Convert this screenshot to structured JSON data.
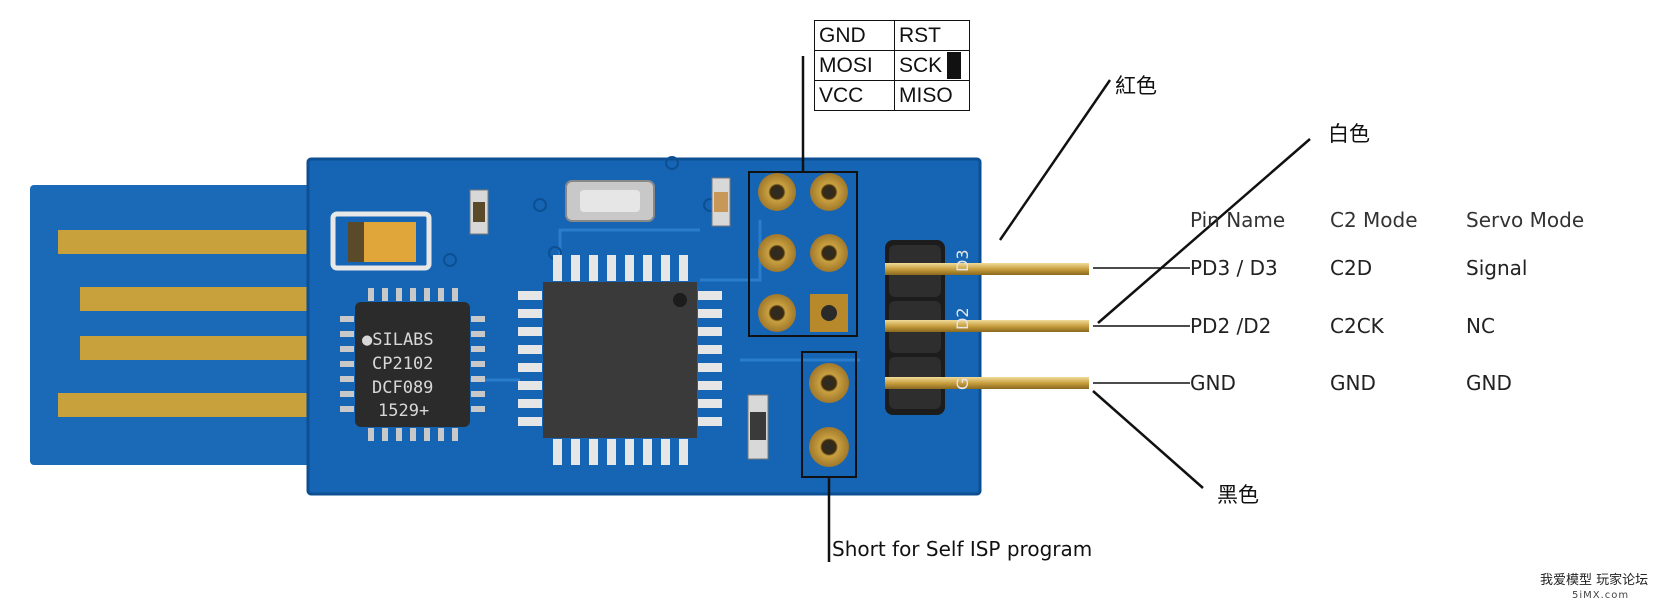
{
  "isp_header": {
    "rows": [
      [
        "GND",
        "RST"
      ],
      [
        "MOSI",
        "SCK"
      ],
      [
        "VCC",
        "MISO"
      ]
    ]
  },
  "chip": {
    "lines": [
      "●SILABS",
      "CP2102",
      "DCF089",
      "1529+"
    ]
  },
  "pin_table": {
    "headers": [
      "Pin Name",
      "C2 Mode",
      "Servo Mode"
    ],
    "rows": [
      [
        "PD3 / D3",
        "C2D",
        "Signal"
      ],
      [
        "PD2 /D2",
        "C2CK",
        "NC"
      ],
      [
        "GND",
        "GND",
        "GND"
      ]
    ]
  },
  "wire_labels": {
    "red": "紅色",
    "white": "白色",
    "black": "黑色"
  },
  "silkscreen": {
    "d3": "D3",
    "d2": "D2",
    "g": "G"
  },
  "note": "Short for Self ISP program",
  "watermark": {
    "line1": "我爱模型 玩家论坛",
    "line2": "5iMX.com"
  },
  "colors": {
    "pcb": "#1565b4",
    "pcb_dark": "#0d4f93",
    "gold": "#c9a13c",
    "pad": "#b8892a",
    "chip": "#2b2b2b",
    "pin_gold": "#d4b05a",
    "header": "#1c1c1c"
  }
}
